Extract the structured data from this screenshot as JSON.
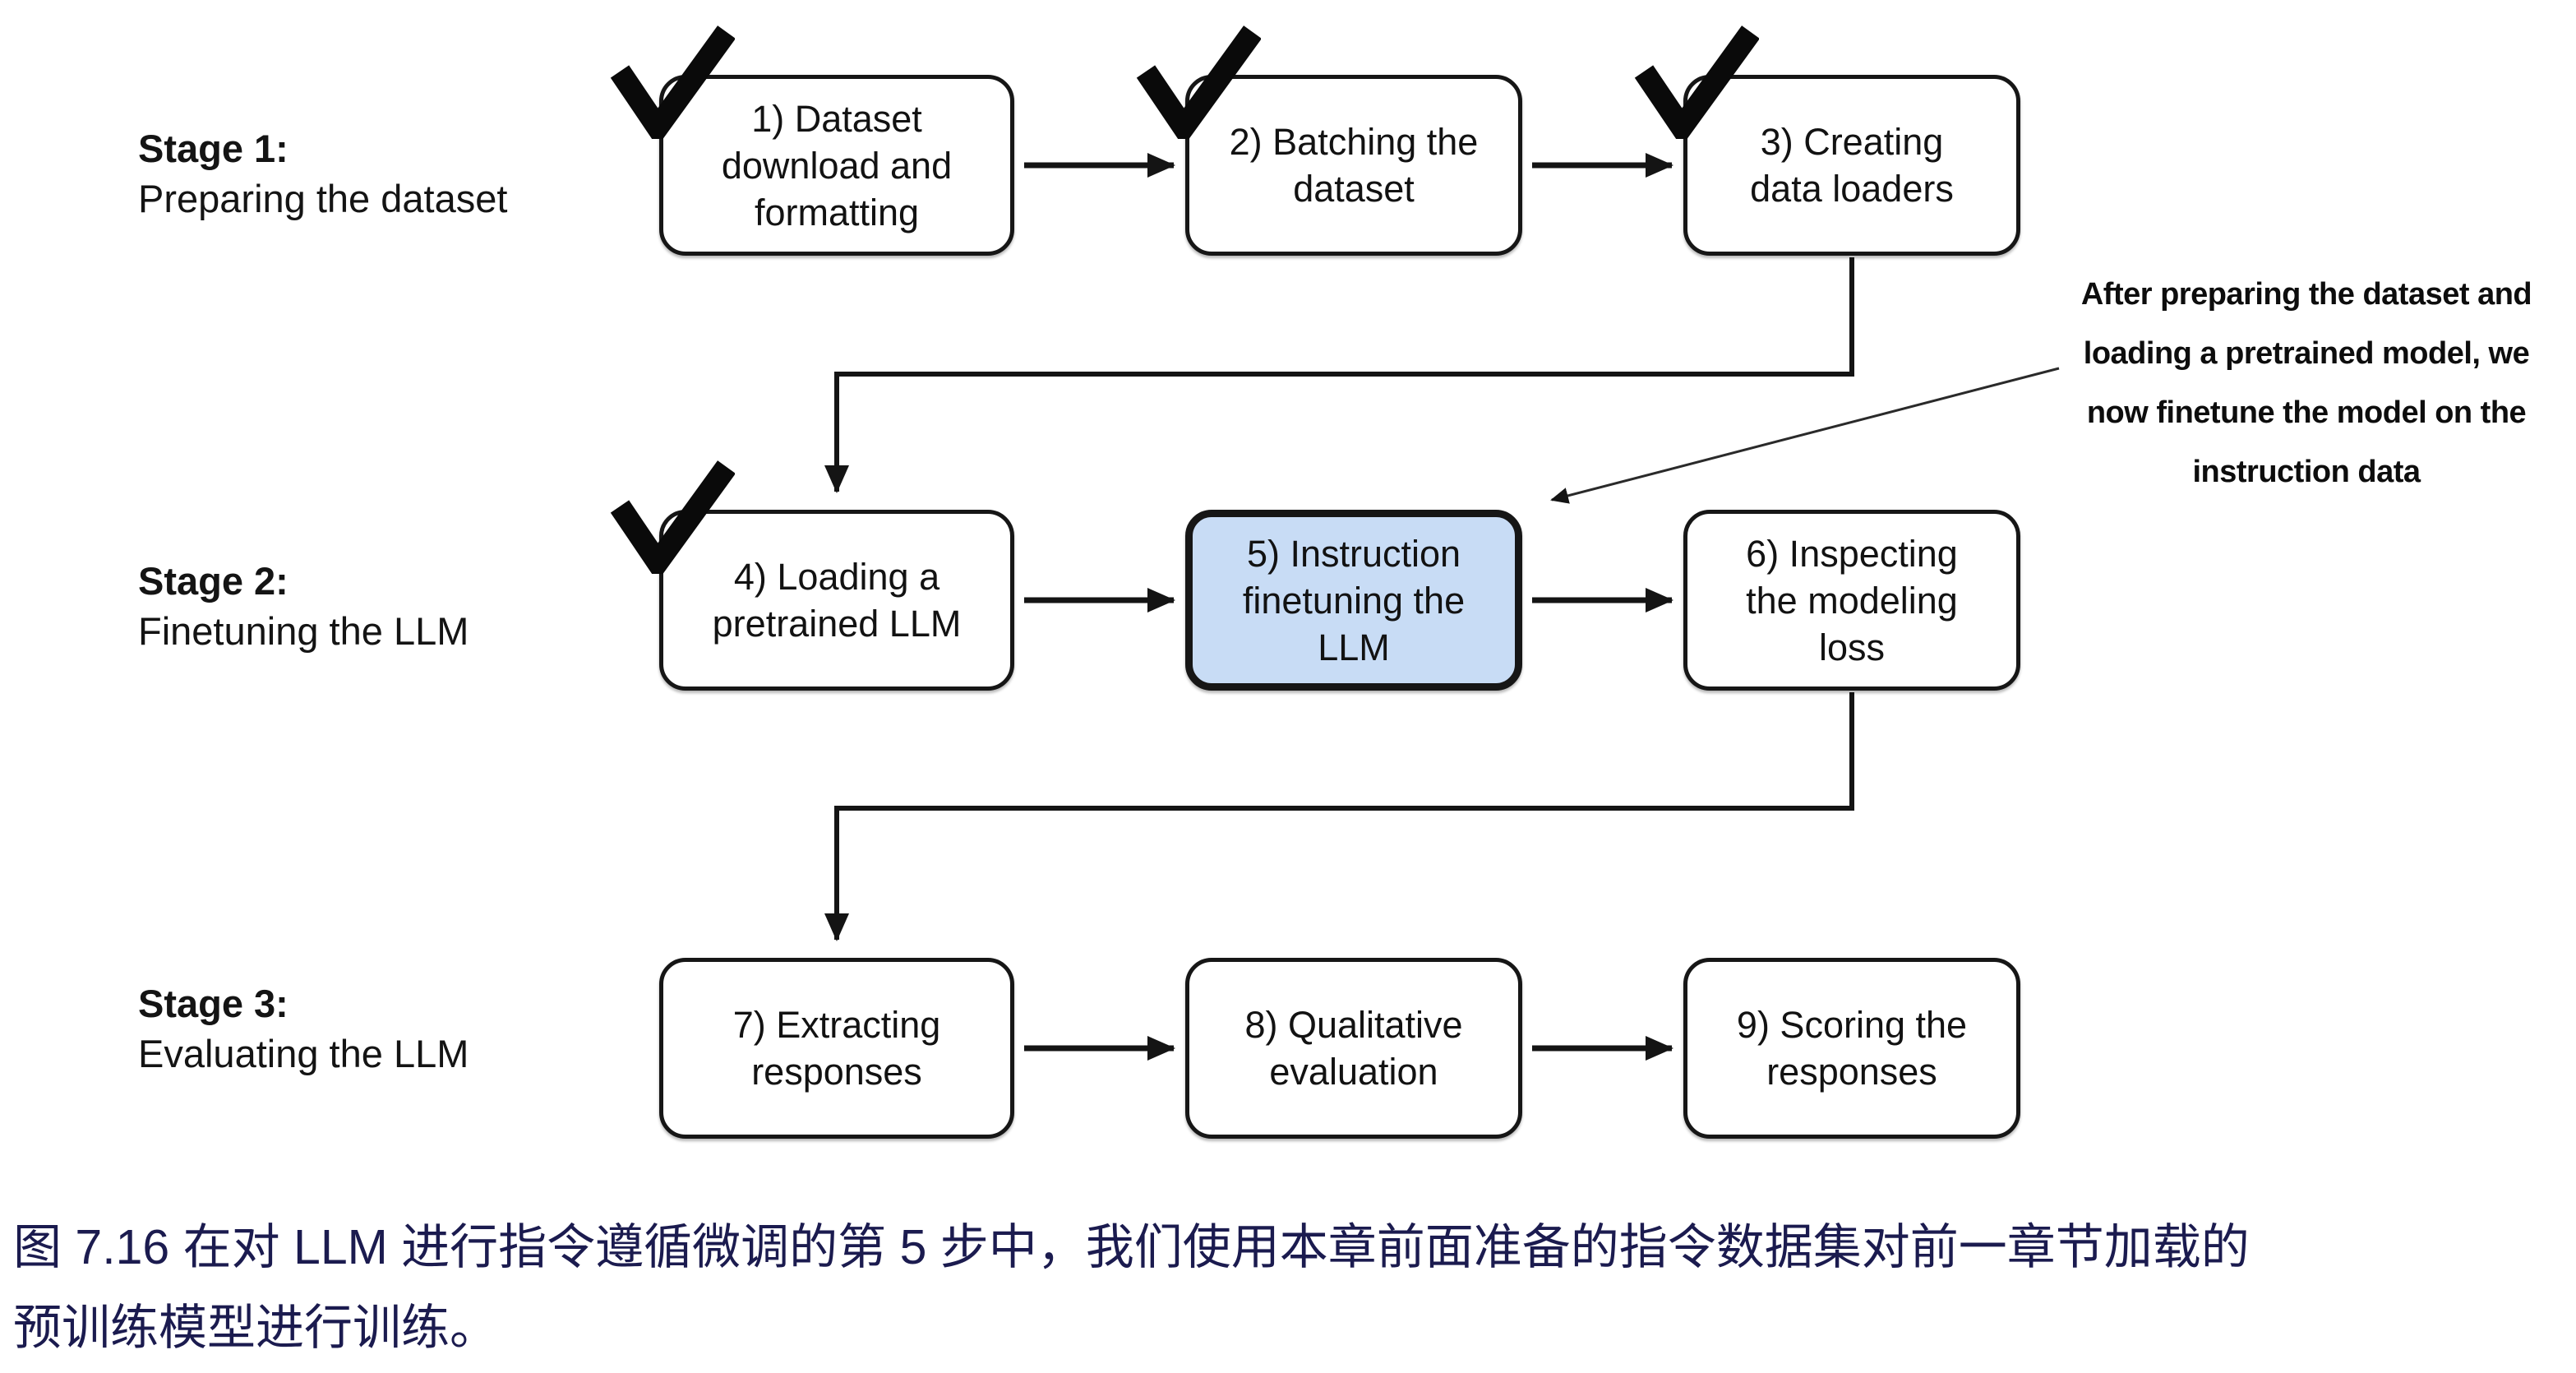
{
  "figure": {
    "type": "flowchart",
    "title_caption_line1": "图 7.16 在对 LLM 进行指令遵循微调的第 5 步中，我们使用本章前面准备的指令数据集对前一章节加载的",
    "title_caption_line2": "预训练模型进行训练。"
  },
  "stages": [
    {
      "label_bold": "Stage 1:",
      "label_rest": "Preparing the dataset"
    },
    {
      "label_bold": "Stage 2:",
      "label_rest": "Finetuning the LLM"
    },
    {
      "label_bold": "Stage 3:",
      "label_rest": "Evaluating the LLM"
    }
  ],
  "boxes": [
    {
      "step": 1,
      "lines": [
        "1) Dataset",
        "download and",
        "formatting"
      ],
      "checked": true,
      "highlighted": false
    },
    {
      "step": 2,
      "lines": [
        "2) Batching the",
        "dataset"
      ],
      "checked": true,
      "highlighted": false
    },
    {
      "step": 3,
      "lines": [
        "3) Creating",
        "data loaders"
      ],
      "checked": true,
      "highlighted": false
    },
    {
      "step": 4,
      "lines": [
        "4) Loading a",
        "pretrained LLM"
      ],
      "checked": true,
      "highlighted": false
    },
    {
      "step": 5,
      "lines": [
        "5) Instruction",
        "finetuning the",
        "LLM"
      ],
      "checked": false,
      "highlighted": true
    },
    {
      "step": 6,
      "lines": [
        "6) Inspecting",
        "the modeling",
        "loss"
      ],
      "checked": false,
      "highlighted": false
    },
    {
      "step": 7,
      "lines": [
        "7) Extracting",
        "responses"
      ],
      "checked": false,
      "highlighted": false
    },
    {
      "step": 8,
      "lines": [
        "8) Qualitative",
        "evaluation"
      ],
      "checked": false,
      "highlighted": false
    },
    {
      "step": 9,
      "lines": [
        "9) Scoring the",
        "responses"
      ],
      "checked": false,
      "highlighted": false
    }
  ],
  "annotation": {
    "lines": [
      "After preparing the dataset and",
      "loading a pretrained model, we",
      "now finetune the model on the",
      "instruction data"
    ]
  },
  "colors": {
    "highlight_fill": "#c8dcf5",
    "diagram_stroke": "#141414",
    "caption_text": "#1b1b4f"
  }
}
